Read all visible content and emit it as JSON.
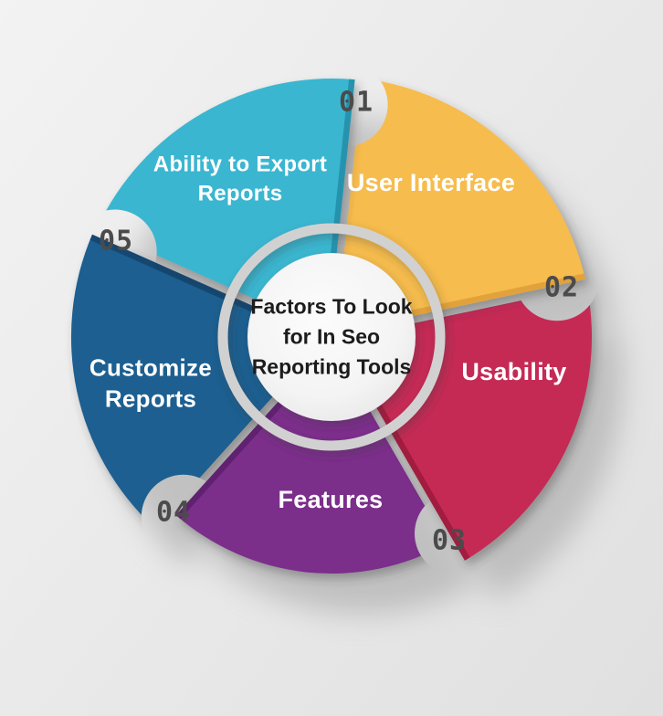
{
  "title": "Factors To Look for In Seo Reporting Tools",
  "center": {
    "lines": [
      "Factors To Look",
      "for In Seo",
      "Reporting Tools"
    ]
  },
  "segments": [
    {
      "number": "01",
      "label": "User Interface",
      "fill": "#F6BC4E",
      "edge": "#E2A23B"
    },
    {
      "number": "02",
      "label": "Usability",
      "fill": "#C52A54",
      "edge": "#A21C41"
    },
    {
      "number": "03",
      "label": "Features",
      "fill": "#7C2D8B",
      "edge": "#61206F"
    },
    {
      "number": "04",
      "label": "Customize Reports",
      "fill": "#1B5E90",
      "edge": "#12476F"
    },
    {
      "number": "05",
      "label": "Ability to Export Reports",
      "fill": "#3AB6D0",
      "edge": "#2693AE"
    }
  ],
  "colors": {
    "background": "#EAEAEA",
    "ring": "#D1D1D1",
    "center_circle": "#F5F5F5",
    "number_text": "#4B4B4B",
    "center_text": "#1C1C1C",
    "label_text": "#FFFFFF"
  }
}
